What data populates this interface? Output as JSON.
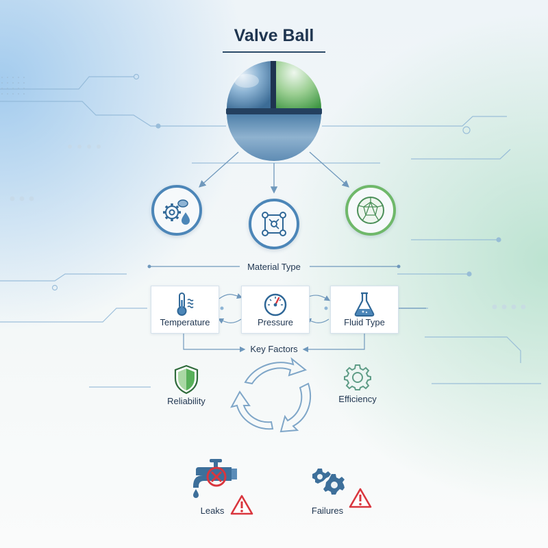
{
  "title": "Valve Ball",
  "material_type_label": "Material Type",
  "material_icons": [
    "gear-droplet-icon",
    "network-nodes-icon",
    "crystal-sphere-icon"
  ],
  "key_factors_label": "Key Factors",
  "factors": [
    {
      "label": "Temperature",
      "icon": "thermometer-icon"
    },
    {
      "label": "Pressure",
      "icon": "pressure-gauge-icon"
    },
    {
      "label": "Fluid Type",
      "icon": "flask-icon"
    }
  ],
  "benefits": [
    {
      "label": "Reliability",
      "icon": "shield-icon"
    },
    {
      "label": "Efficiency",
      "icon": "gear-icon"
    }
  ],
  "risks": [
    {
      "label": "Leaks",
      "icon": "faucet-icon"
    },
    {
      "label": "Failures",
      "icon": "broken-gears-icon"
    }
  ],
  "colors": {
    "navy": "#1f3550",
    "blue": "#4c86b8",
    "green": "#58b05a",
    "warning_red": "#d9363e"
  }
}
